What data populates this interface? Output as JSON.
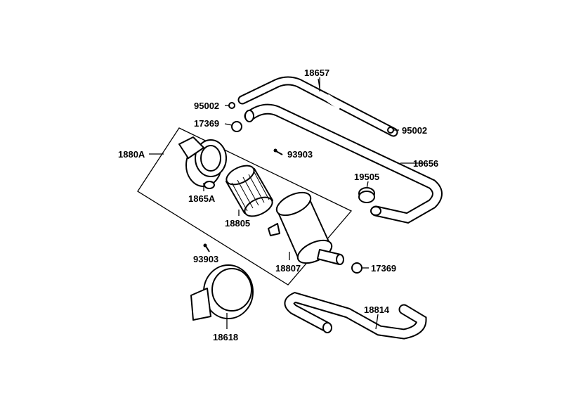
{
  "labels": {
    "p18657": "18657",
    "p95002a": "95002",
    "p17369a": "17369",
    "p1880A": "1880A",
    "p93903a": "93903",
    "p95002b": "95002",
    "p18656": "18656",
    "p19505": "19505",
    "p1865A": "1865A",
    "p18805": "18805",
    "p18807": "18807",
    "p93903b": "93903",
    "p17369b": "17369",
    "p18814": "18814",
    "p18618": "18618"
  }
}
